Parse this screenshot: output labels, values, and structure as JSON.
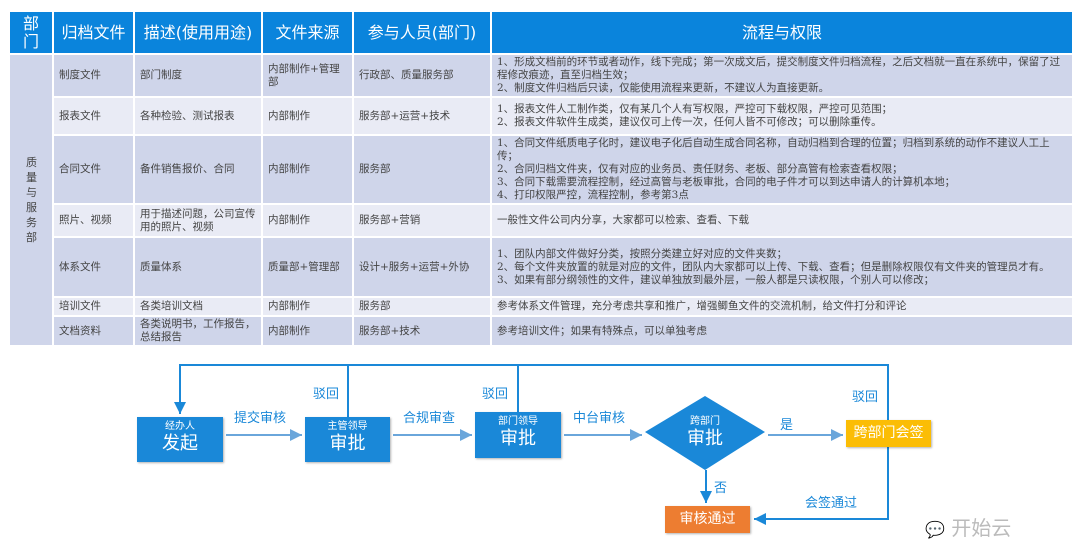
{
  "table": {
    "headers": [
      "部门",
      "归档文件",
      "描述(使用用途)",
      "文件来源",
      "参与人员(部门)",
      "流程与权限"
    ],
    "department": "质量与服务部",
    "rows": [
      {
        "file": "制度文件",
        "desc": "部门制度",
        "source": "内部制作+管理部",
        "people": "行政部、质量服务部",
        "process": [
          "1、形成文档前的环节或者动作，线下完成；第一次成文后，提交制度文件归档流程，之后文档就一直在系统中，保留了过程修改痕迹，直至归档生效；",
          "2、制度文件归档后只读，仅能使用流程来更新，不建议人为直接更新。"
        ]
      },
      {
        "file": "报表文件",
        "desc": "各种检验、测试报表",
        "source": "内部制作",
        "people": "服务部+运营+技术",
        "process": [
          "1、报表文件人工制作类，仅有某几个人有写权限，严控可下载权限，严控可见范围；",
          "2、报表文件软件生成类，建议仅可上传一次，任何人皆不可修改；可以删除重传。"
        ]
      },
      {
        "file": "合同文件",
        "desc": "备件销售报价、合同",
        "source": "内部制作",
        "people": "服务部",
        "process": [
          "1、合同文件纸质电子化时，建议电子化后自动生成合同名称，自动归档到合理的位置；归档到系统的动作不建议人工上传；",
          "2、合同归档文件夹，仅有对应的业务员、责任财务、老板、部分高管有检索查看权限；",
          "3、合同下载需要流程控制，经过高管与老板审批，合同的电子件才可以到达申请人的计算机本地；",
          "4、打印权限严控，流程控制，参考第3点"
        ]
      },
      {
        "file": "照片、视频",
        "desc": "用于描述问题，公司宣传用的照片、视频",
        "source": "内部制作",
        "people": "服务部+营销",
        "process": [
          "一般性文件公司内分享，大家都可以检索、查看、下载"
        ]
      },
      {
        "file": "体系文件",
        "desc": "质量体系",
        "source": "质量部+管理部",
        "people": "设计+服务+运营+外协",
        "process": [
          "1、团队内部文件做好分类，按照分类建立好对应的文件夹数；",
          "2、每个文件夹放置的就是对应的文件，团队内大家都可以上传、下载、查看；但是删除权限仅有文件夹的管理员才有。",
          "3、如果有部分纲领性的文件，建议单独放到最外层，一般人都是只读权限，个别人可以修改；"
        ]
      },
      {
        "file": "培训文件",
        "desc": "各类培训文档",
        "source": "内部制作",
        "people": "服务部",
        "process": [
          "参考体系文件管理，充分考虑共享和推广，增强鲫鱼文件的交流机制，给文件打分和评论"
        ]
      },
      {
        "file": "文档资料",
        "desc": "各类说明书，工作报告，总结报告",
        "source": "内部制作",
        "people": "服务部+技术",
        "process": [
          "参考培训文件；如果有特殊点，可以单独考虑"
        ]
      }
    ]
  },
  "flow": {
    "start": {
      "small": "经办人",
      "big": "发起"
    },
    "supervisor": {
      "small": "主管领导",
      "big": "审批"
    },
    "dept_leader": {
      "small": "部门领导",
      "big": "审批"
    },
    "cross": {
      "small": "跨部门",
      "big": "审批"
    },
    "countersign": "跨部门会签",
    "approved": "审核通过",
    "labels": {
      "submit": "提交审核",
      "compliance": "合规审查",
      "middle": "中台审核",
      "reject1": "驳回",
      "reject2": "驳回",
      "reject3": "驳回",
      "yes": "是",
      "no": "否",
      "sign_pass": "会签通过"
    },
    "colors": {
      "blue": "#1a88d8",
      "yellow": "#fbbd05",
      "orange": "#ed7d31"
    }
  },
  "watermark": "开始云"
}
